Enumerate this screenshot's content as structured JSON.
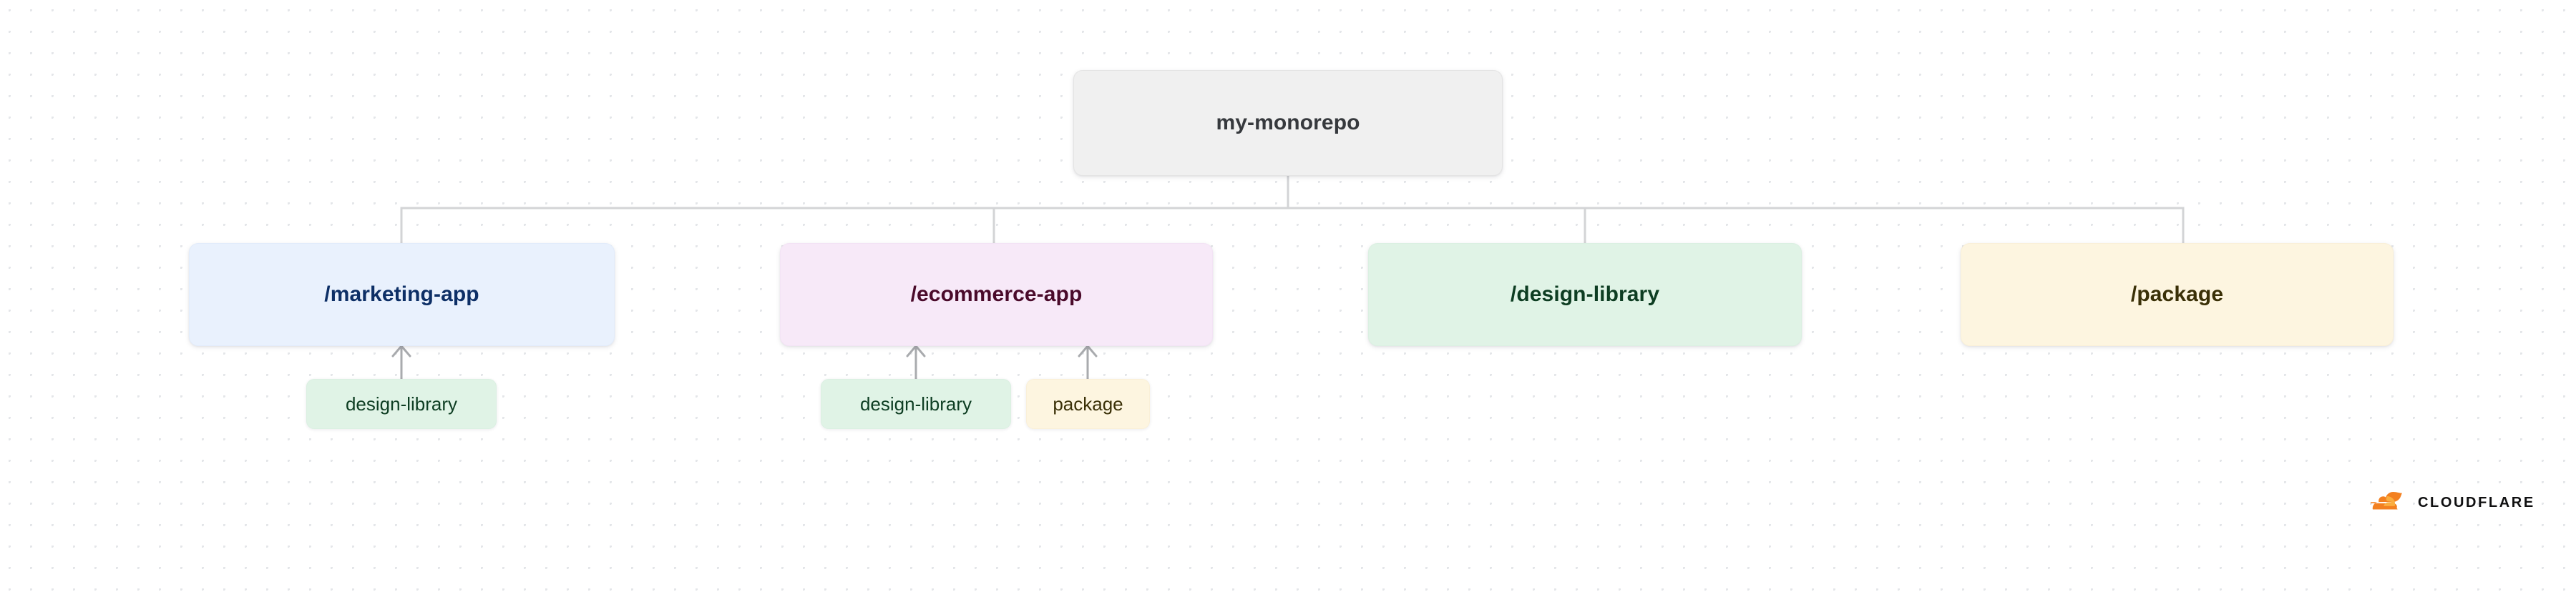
{
  "diagram": {
    "type": "monorepo-dependency-tree",
    "root": {
      "label": "my-monorepo",
      "color": "#f0f0f0"
    },
    "children": [
      {
        "label": "/marketing-app",
        "color": "#e9f1fd",
        "text_color": "#0d2f66",
        "dependencies": [
          {
            "label": "design-library",
            "color": "#e0f3e6"
          }
        ]
      },
      {
        "label": "/ecommerce-app",
        "color": "#f7e9f8",
        "text_color": "#4a0a2a",
        "dependencies": [
          {
            "label": "design-library",
            "color": "#e0f3e6"
          },
          {
            "label": "package",
            "color": "#fdf5e0"
          }
        ]
      },
      {
        "label": "/design-library",
        "color": "#e0f3e6",
        "text_color": "#0d3d22",
        "dependencies": []
      },
      {
        "label": "/package",
        "color": "#fdf5e0",
        "text_color": "#3a3007",
        "dependencies": []
      }
    ]
  },
  "branding": {
    "wordmark": "CLOUDFLARE",
    "cloud_color_dark": "#f38020",
    "cloud_color_light": "#faad3f"
  }
}
